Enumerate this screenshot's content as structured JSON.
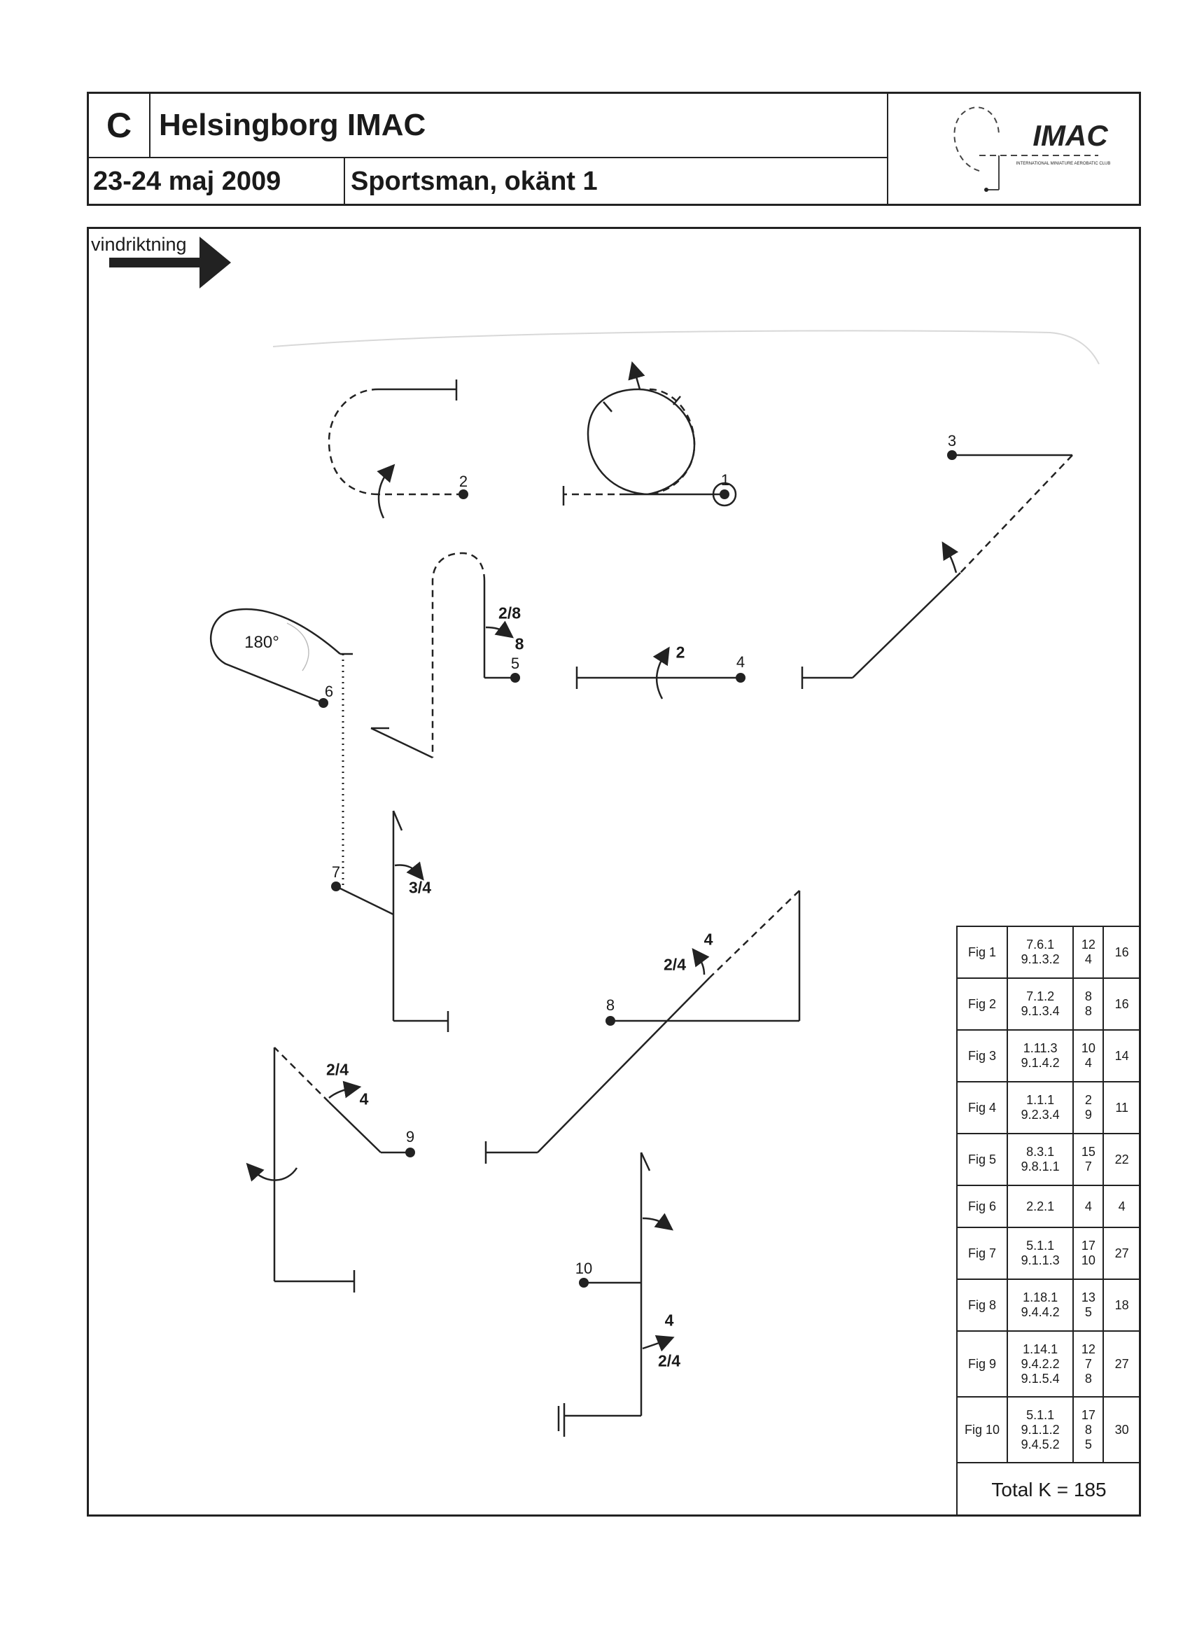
{
  "header": {
    "class_letter": "C",
    "event": "Helsingborg IMAC",
    "date": "23-24 maj 2009",
    "class_name": "Sportsman, okänt 1",
    "logo_text": "IMAC",
    "logo_subtitle": "INTERNATIONAL MINIATURE AEROBATIC CLUB"
  },
  "wind": {
    "label": "vindriktning"
  },
  "diagram": {
    "figure_numbers": [
      "1",
      "2",
      "3",
      "4",
      "5",
      "6",
      "7",
      "8",
      "9",
      "10"
    ],
    "roll_labels": {
      "fig4_roll": "2",
      "fig5_roll_a": "2/8",
      "fig5_roll_b": "8",
      "fig6_rotation": "180°",
      "fig7_roll": "3/4",
      "fig8_roll_a": "4",
      "fig8_roll_b": "2/4",
      "fig9_roll_a": "2/4",
      "fig9_roll_b": "4",
      "fig10_roll_a": "4",
      "fig10_roll_b": "2/4"
    }
  },
  "k_table": {
    "rows": [
      {
        "fig": "Fig 1",
        "catalog": [
          "7.6.1",
          "9.1.3.2"
        ],
        "k": [
          "12",
          "4"
        ],
        "sum": "16"
      },
      {
        "fig": "Fig 2",
        "catalog": [
          "7.1.2",
          "9.1.3.4"
        ],
        "k": [
          "8",
          "8"
        ],
        "sum": "16"
      },
      {
        "fig": "Fig 3",
        "catalog": [
          "1.11.3",
          "9.1.4.2"
        ],
        "k": [
          "10",
          "4"
        ],
        "sum": "14"
      },
      {
        "fig": "Fig 4",
        "catalog": [
          "1.1.1",
          "9.2.3.4"
        ],
        "k": [
          "2",
          "9"
        ],
        "sum": "11"
      },
      {
        "fig": "Fig 5",
        "catalog": [
          "8.3.1",
          "9.8.1.1"
        ],
        "k": [
          "15",
          "7"
        ],
        "sum": "22"
      },
      {
        "fig": "Fig 6",
        "catalog": [
          "2.2.1"
        ],
        "k": [
          "4"
        ],
        "sum": "4"
      },
      {
        "fig": "Fig 7",
        "catalog": [
          "5.1.1",
          "9.1.1.3"
        ],
        "k": [
          "17",
          "10"
        ],
        "sum": "27"
      },
      {
        "fig": "Fig 8",
        "catalog": [
          "1.18.1",
          "9.4.4.2"
        ],
        "k": [
          "13",
          "5"
        ],
        "sum": "18"
      },
      {
        "fig": "Fig 9",
        "catalog": [
          "1.14.1",
          "9.4.2.2",
          "9.1.5.4"
        ],
        "k": [
          "12",
          "7",
          "8"
        ],
        "sum": "27"
      },
      {
        "fig": "Fig 10",
        "catalog": [
          "5.1.1",
          "9.1.1.2",
          "9.4.5.2"
        ],
        "k": [
          "17",
          "8",
          "5"
        ],
        "sum": "30"
      }
    ],
    "total": "Total K = 185"
  }
}
